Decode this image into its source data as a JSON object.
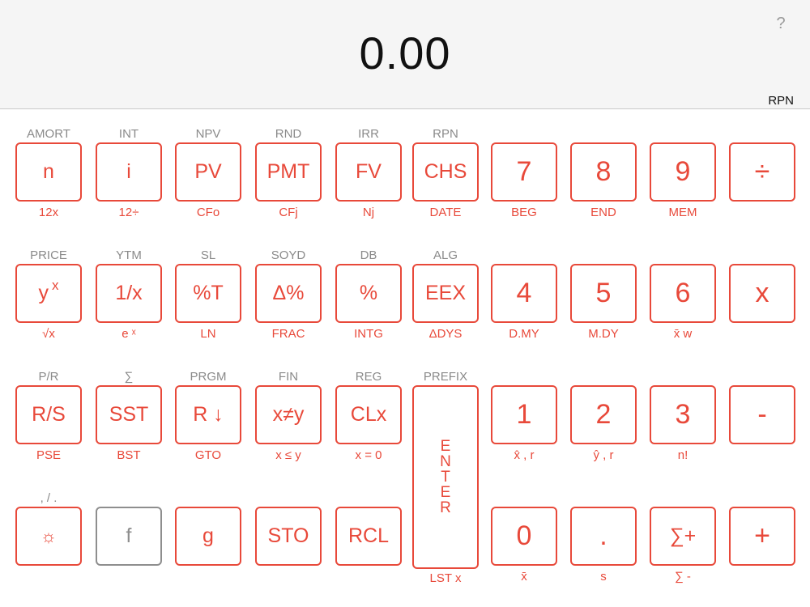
{
  "display": {
    "value": "0.00",
    "help_label": "?",
    "mode_label": "RPN"
  },
  "keys": {
    "n": {
      "label": "n",
      "top": "AMORT",
      "bottom": "12x"
    },
    "i": {
      "label": "i",
      "top": "INT",
      "bottom": "12÷"
    },
    "pv": {
      "label": "PV",
      "top": "NPV",
      "bottom": "CFo"
    },
    "pmt": {
      "label": "PMT",
      "top": "RND",
      "bottom": "CFj"
    },
    "fv": {
      "label": "FV",
      "top": "IRR",
      "bottom": "Nj"
    },
    "chs": {
      "label": "CHS",
      "top": "RPN",
      "bottom": "DATE"
    },
    "k7": {
      "label": "7",
      "bottom": "BEG"
    },
    "k8": {
      "label": "8",
      "bottom": "END"
    },
    "k9": {
      "label": "9",
      "bottom": "MEM"
    },
    "divide": {
      "label": "÷"
    },
    "yx": {
      "label": "y",
      "sup": "x",
      "top": "PRICE",
      "bottom": "√x"
    },
    "recip": {
      "label": "1/x",
      "top": "YTM",
      "bottom": "e ˣ"
    },
    "pct_total": {
      "label": "%T",
      "top": "SL",
      "bottom": "LN"
    },
    "delta_pct": {
      "label": "Δ%",
      "top": "SOYD",
      "bottom": "FRAC"
    },
    "pct": {
      "label": "%",
      "top": "DB",
      "bottom": "INTG"
    },
    "eex": {
      "label": "EEX",
      "top": "ALG",
      "bottom": "ΔDYS"
    },
    "k4": {
      "label": "4",
      "bottom": "D.MY"
    },
    "k5": {
      "label": "5",
      "bottom": "M.DY"
    },
    "k6": {
      "label": "6",
      "bottom": "x̄ w"
    },
    "multiply": {
      "label": "x"
    },
    "rs": {
      "label": "R/S",
      "top": "P/R",
      "bottom": "PSE"
    },
    "sst": {
      "label": "SST",
      "top": "∑",
      "bottom": "BST"
    },
    "rdown": {
      "label": "R ↓",
      "top": "PRGM",
      "bottom": "GTO"
    },
    "xswap": {
      "label": "x≠y",
      "top": "FIN",
      "bottom": "x ≤ y"
    },
    "clx": {
      "label": "CLx",
      "top": "REG",
      "bottom": "x = 0"
    },
    "enter": {
      "letters": [
        "E",
        "N",
        "T",
        "E",
        "R"
      ],
      "top": "PREFIX",
      "bottom": "LST x"
    },
    "k1": {
      "label": "1",
      "bottom": "x̂ , r"
    },
    "k2": {
      "label": "2",
      "bottom": "ŷ , r"
    },
    "k3": {
      "label": "3",
      "bottom": "n!"
    },
    "minus": {
      "label": "-"
    },
    "on": {
      "label": "☼",
      "top": ", / ."
    },
    "f": {
      "label": "f"
    },
    "g": {
      "label": "g"
    },
    "sto": {
      "label": "STO"
    },
    "rcl": {
      "label": "RCL"
    },
    "k0": {
      "label": "0",
      "bottom": "x̄"
    },
    "dot": {
      "label": ".",
      "bottom": "s"
    },
    "sigma_plus": {
      "label": "∑+",
      "bottom": "∑ -"
    },
    "plus": {
      "label": "+"
    }
  },
  "colors": {
    "key_accent": "#e8493a",
    "f_key": "#8e8e8e",
    "top_label": "#8a8a8a"
  }
}
